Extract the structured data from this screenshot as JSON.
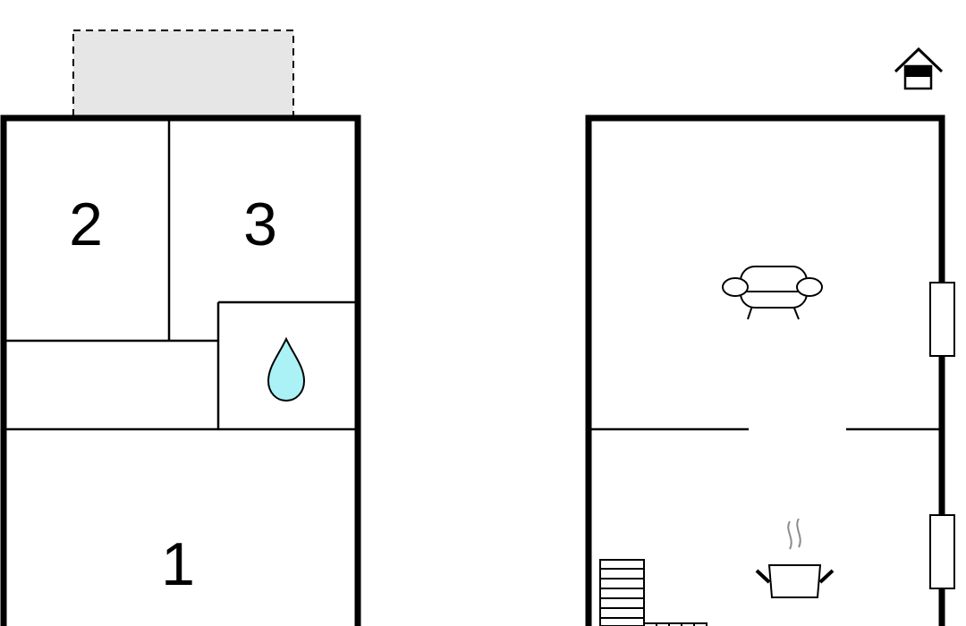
{
  "floorplan": {
    "left_plan": {
      "rooms": [
        {
          "id": "room-1",
          "label": "1"
        },
        {
          "id": "room-2",
          "label": "2"
        },
        {
          "id": "room-3",
          "label": "3"
        }
      ],
      "features": [
        "terrace-dashed-area",
        "bathroom-water-drop-icon"
      ]
    },
    "right_plan": {
      "features": [
        "sofa-icon",
        "cooking-pot-icon",
        "staircase",
        "window-upper",
        "window-lower"
      ]
    },
    "legend_icon": "house-floor-icon"
  },
  "colors": {
    "wall": "#000000",
    "terrace_fill": "#e6e6e6",
    "water_drop_fill": "#aaf2f5",
    "smoke": "#8c8c8c"
  }
}
